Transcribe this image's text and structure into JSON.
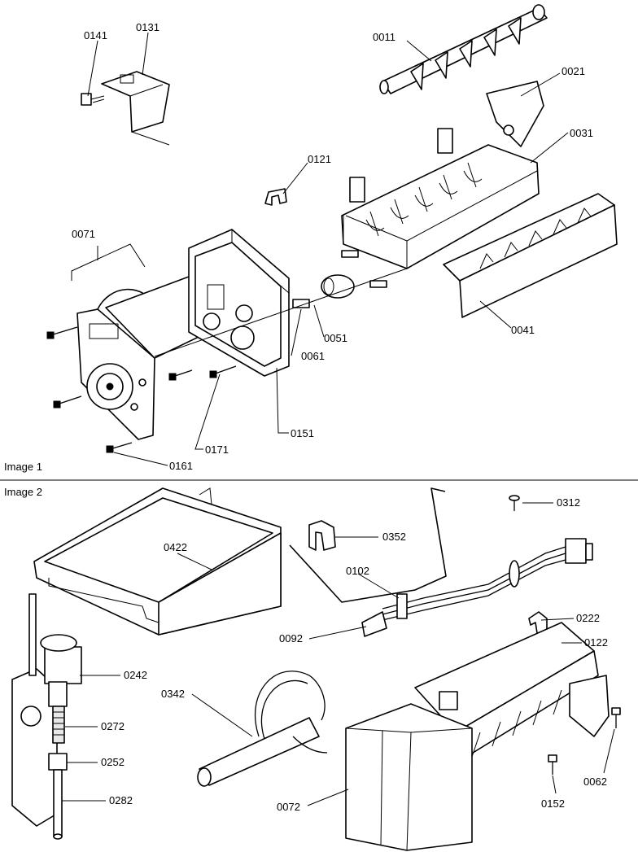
{
  "sections": [
    {
      "title": "Image 1"
    },
    {
      "title": "Image 2"
    }
  ],
  "labels": {
    "l0141": "0141",
    "l0131": "0131",
    "l0011": "0011",
    "l0021": "0021",
    "l0031": "0031",
    "l0121": "0121",
    "l0071": "0071",
    "l0051": "0051",
    "l0061": "0061",
    "l0041": "0041",
    "l0151": "0151",
    "l0171": "0171",
    "l0161": "0161",
    "l0312": "0312",
    "l0352": "0352",
    "l0422": "0422",
    "l0102": "0102",
    "l0222": "0222",
    "l0092": "0092",
    "l0122": "0122",
    "l0242": "0242",
    "l0342": "0342",
    "l0272": "0272",
    "l0252": "0252",
    "l0282": "0282",
    "l0072": "0072",
    "l0152": "0152",
    "l0062": "0062"
  }
}
